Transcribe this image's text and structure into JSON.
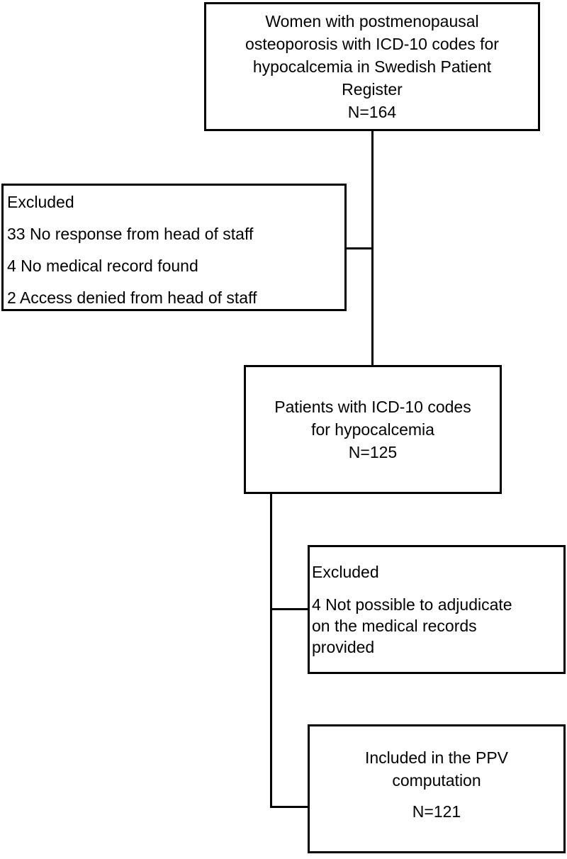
{
  "boxes": {
    "start": {
      "lines": [
        "Women with postmenopausal",
        "osteoporosis with ICD-10 codes for",
        "hypocalcemia in Swedish Patient",
        "Register",
        "N=164"
      ]
    },
    "excluded_first": {
      "title": "Excluded",
      "items": [
        "33  No response from head of staff",
        "4  No medical record found",
        "2 Access denied from head of staff"
      ]
    },
    "patients": {
      "lines": [
        "Patients with ICD-10 codes",
        "for hypocalcemia",
        "N=125"
      ]
    },
    "excluded_second": {
      "title": "Excluded",
      "lines": [
        "4  Not possible to adjudicate",
        "on the medical records",
        "provided"
      ]
    },
    "included": {
      "lines": [
        "Included in the PPV",
        "computation"
      ],
      "count": "N=121"
    }
  }
}
